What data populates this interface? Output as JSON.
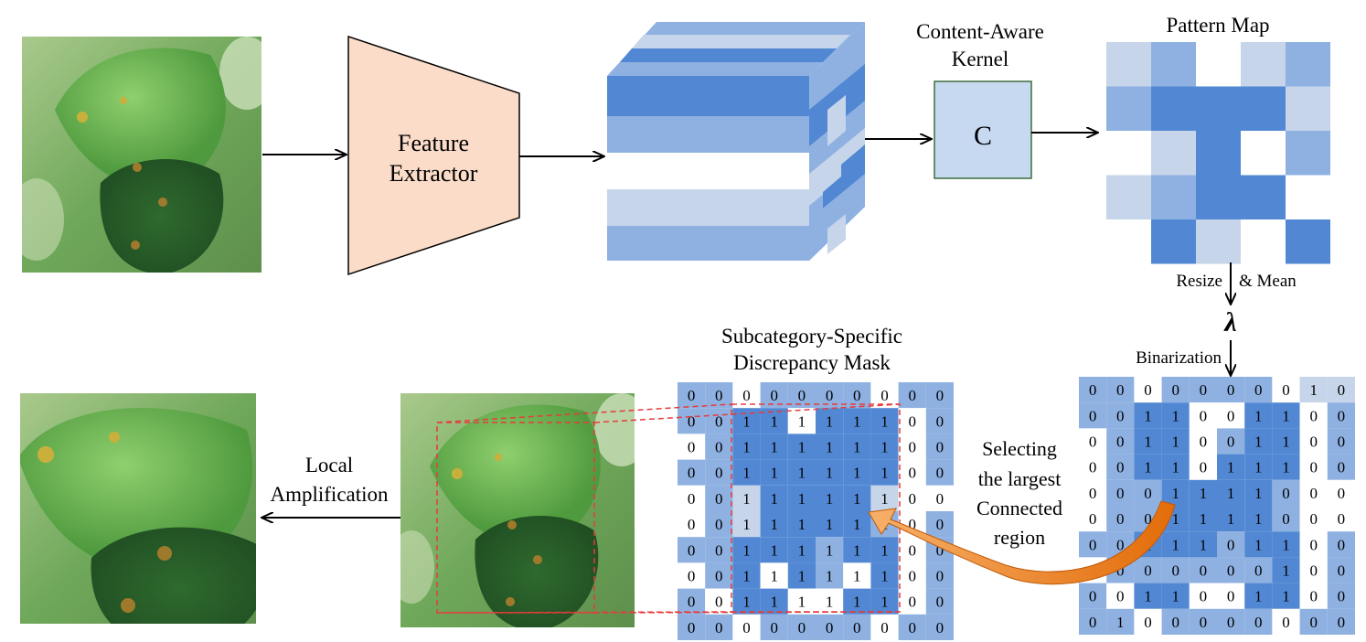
{
  "labels": {
    "feature_extractor_line1": "Feature",
    "feature_extractor_line2": "Extractor",
    "kernel_title_line1": "Content-Aware",
    "kernel_title_line2": "Kernel",
    "kernel_symbol": "C",
    "pattern_map_title": "Pattern Map",
    "resize_label": "Resize",
    "mean_label": "& Mean",
    "lambda_symbol": "λ",
    "binarization_label": "Binarization",
    "mask_title_line1": "Subcategory-Specific",
    "mask_title_line2": "Discrepancy Mask",
    "select_line1": "Selecting",
    "select_line2": "the largest",
    "select_line3": "Connected",
    "select_line4": "region",
    "amplify_line1": "Local",
    "amplify_line2": "Amplification"
  },
  "colors": {
    "extractor_fill": "#fbdcc9",
    "kernel_fill": "#c6d9f1",
    "blue_light": "#c6d5ea",
    "blue_mid": "#8eb1e2",
    "blue_dark": "#5288d3",
    "dashed_box": "#e83b3b",
    "curved_arrow": "#e36c09"
  },
  "pattern_map": {
    "shades": [
      [
        1,
        2,
        0,
        1,
        2
      ],
      [
        2,
        3,
        3,
        3,
        1
      ],
      [
        0,
        1,
        3,
        0,
        2
      ],
      [
        1,
        2,
        3,
        3,
        0
      ],
      [
        0,
        3,
        1,
        0,
        3
      ]
    ]
  },
  "binarized_map": {
    "values": [
      [
        0,
        0,
        0,
        0,
        0,
        0,
        0,
        0,
        1,
        0
      ],
      [
        0,
        0,
        1,
        1,
        0,
        0,
        1,
        1,
        0,
        0
      ],
      [
        0,
        0,
        1,
        1,
        0,
        0,
        1,
        1,
        0,
        0
      ],
      [
        0,
        0,
        1,
        1,
        0,
        1,
        1,
        1,
        0,
        0
      ],
      [
        0,
        0,
        0,
        1,
        1,
        1,
        1,
        0,
        0,
        0
      ],
      [
        0,
        0,
        0,
        1,
        1,
        1,
        1,
        0,
        0,
        0
      ],
      [
        0,
        0,
        1,
        1,
        1,
        0,
        1,
        1,
        0,
        0
      ],
      [
        0,
        0,
        0,
        0,
        0,
        0,
        0,
        1,
        0,
        0
      ],
      [
        0,
        0,
        1,
        1,
        0,
        0,
        1,
        1,
        0,
        0
      ],
      [
        0,
        1,
        0,
        0,
        0,
        0,
        0,
        0,
        0,
        0
      ]
    ],
    "shades": [
      [
        2,
        2,
        0,
        2,
        2,
        2,
        2,
        0,
        1,
        1
      ],
      [
        2,
        2,
        3,
        3,
        0,
        0,
        3,
        3,
        0,
        2
      ],
      [
        0,
        2,
        3,
        3,
        0,
        2,
        3,
        3,
        0,
        2
      ],
      [
        0,
        2,
        3,
        3,
        0,
        3,
        3,
        3,
        0,
        2
      ],
      [
        0,
        2,
        2,
        3,
        3,
        3,
        3,
        2,
        0,
        0
      ],
      [
        0,
        2,
        2,
        3,
        3,
        3,
        3,
        2,
        0,
        0
      ],
      [
        2,
        2,
        3,
        3,
        3,
        2,
        3,
        3,
        0,
        2
      ],
      [
        0,
        2,
        2,
        2,
        2,
        2,
        2,
        3,
        0,
        2
      ],
      [
        2,
        0,
        3,
        3,
        0,
        0,
        3,
        3,
        0,
        2
      ],
      [
        2,
        2,
        0,
        2,
        2,
        2,
        2,
        0,
        2,
        2
      ]
    ]
  },
  "mask_map": {
    "values": [
      [
        0,
        0,
        0,
        0,
        0,
        0,
        0,
        0,
        0,
        0
      ],
      [
        0,
        0,
        1,
        1,
        1,
        1,
        1,
        1,
        0,
        0
      ],
      [
        0,
        0,
        1,
        1,
        1,
        1,
        1,
        1,
        0,
        0
      ],
      [
        0,
        0,
        1,
        1,
        1,
        1,
        1,
        1,
        0,
        0
      ],
      [
        0,
        0,
        1,
        1,
        1,
        1,
        1,
        1,
        0,
        0
      ],
      [
        0,
        0,
        1,
        1,
        1,
        1,
        1,
        1,
        0,
        0
      ],
      [
        0,
        0,
        1,
        1,
        1,
        1,
        1,
        1,
        0,
        0
      ],
      [
        0,
        0,
        1,
        1,
        1,
        1,
        1,
        1,
        0,
        0
      ],
      [
        0,
        0,
        1,
        1,
        1,
        1,
        1,
        1,
        0,
        0
      ],
      [
        0,
        0,
        0,
        0,
        0,
        0,
        0,
        0,
        0,
        0
      ]
    ],
    "shades": [
      [
        2,
        2,
        0,
        2,
        2,
        2,
        2,
        0,
        2,
        2
      ],
      [
        2,
        2,
        3,
        3,
        0,
        3,
        3,
        3,
        0,
        2
      ],
      [
        0,
        2,
        3,
        3,
        3,
        3,
        3,
        3,
        0,
        2
      ],
      [
        2,
        2,
        3,
        3,
        3,
        3,
        3,
        3,
        0,
        2
      ],
      [
        0,
        2,
        1,
        3,
        3,
        3,
        3,
        1,
        0,
        0
      ],
      [
        0,
        2,
        1,
        3,
        3,
        3,
        3,
        2,
        0,
        2
      ],
      [
        2,
        2,
        3,
        3,
        3,
        2,
        3,
        3,
        0,
        2
      ],
      [
        0,
        2,
        3,
        0,
        3,
        2,
        0,
        3,
        0,
        2
      ],
      [
        2,
        0,
        3,
        3,
        0,
        0,
        3,
        3,
        0,
        2
      ],
      [
        2,
        2,
        0,
        2,
        2,
        2,
        2,
        0,
        2,
        2
      ]
    ]
  }
}
